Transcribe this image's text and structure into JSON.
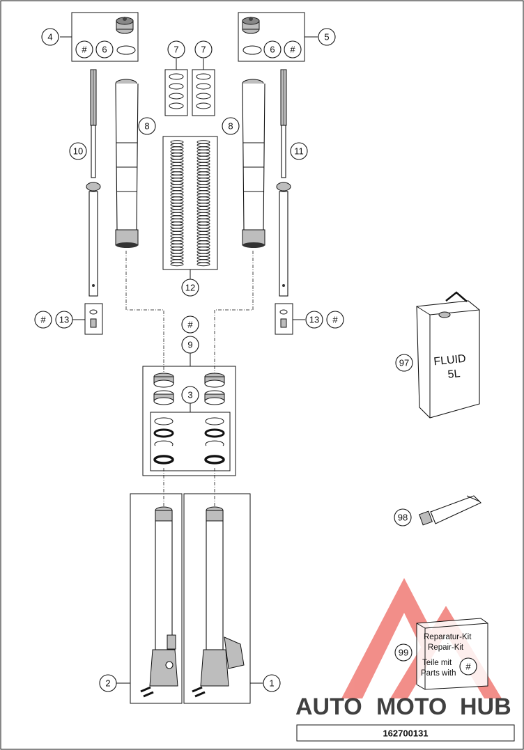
{
  "diagram_number": "162700131",
  "callouts": {
    "c1": "1",
    "c2": "2",
    "c3": "3",
    "c4": "4",
    "c5": "5",
    "c6a": "6",
    "c6b": "6",
    "c7a": "7",
    "c7b": "7",
    "c8a": "8",
    "c8b": "8",
    "c9": "9",
    "c10": "10",
    "c11": "11",
    "c12": "12",
    "c13a": "13",
    "c13b": "13",
    "c97": "97",
    "c98": "98",
    "c99": "99",
    "hash": "#"
  },
  "fluid_can": {
    "line1": "FLUID",
    "line2": "5L"
  },
  "repair_kit": {
    "line1": "Reparatur-Kit",
    "line2": "Repair-Kit",
    "line3": "Teile mit",
    "line4": "Parts with"
  },
  "watermark": {
    "part1": "AUTO",
    "part2": "MOTO",
    "part3": "HUB"
  },
  "colors": {
    "watermark_red": "#e8332a",
    "watermark_orange": "#f0a43a",
    "watermark_grey": "#8a8a8a"
  }
}
